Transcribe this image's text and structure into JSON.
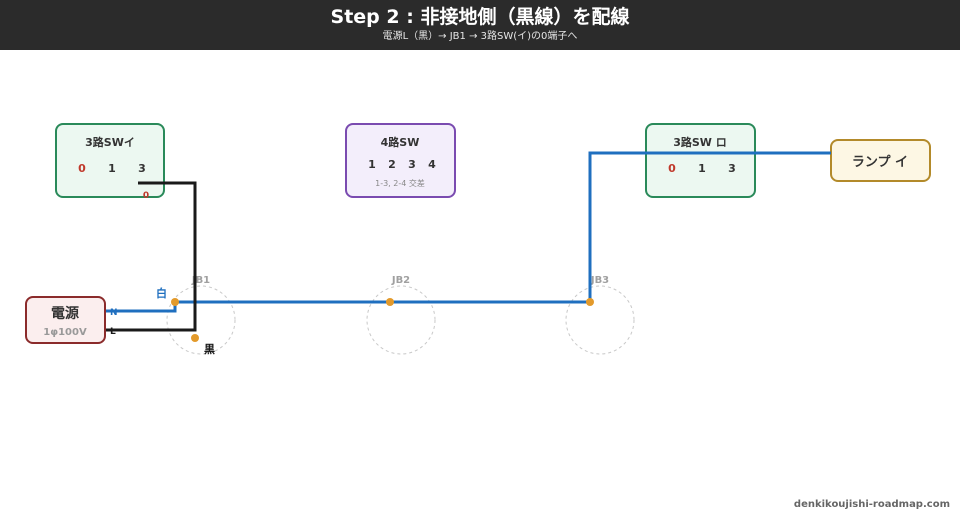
{
  "header": {
    "title": "Step 2 : 非接地側（黒線）を配線",
    "subtitle": "電源L（黒）→ JB1 → 3路SW(イ)の0端子へ"
  },
  "power": {
    "title": "電源",
    "sub": "1φ100V",
    "term_n": "N",
    "term_l": "L"
  },
  "sw3_i": {
    "title": "3路SWイ",
    "terminals": [
      "0",
      "1",
      "3"
    ],
    "wire_label": "0"
  },
  "sw4": {
    "title": "4路SW",
    "terminals": [
      "1",
      "2",
      "3",
      "4"
    ],
    "note": "1-3, 2-4 交差"
  },
  "sw3_ro": {
    "title": "3路SW ロ",
    "terminals": [
      "0",
      "1",
      "3"
    ]
  },
  "lamp": {
    "title": "ランプ イ"
  },
  "jb": {
    "jb1": "JB1",
    "jb2": "JB2",
    "jb3": "JB3"
  },
  "wires": {
    "white_label": "白",
    "black_label": "黒"
  },
  "colors": {
    "white_wire": "#1f6fbf",
    "black_wire": "#1a1a1a",
    "node": "#e39a2b"
  },
  "footer": "denkikoujishi-roadmap.com"
}
